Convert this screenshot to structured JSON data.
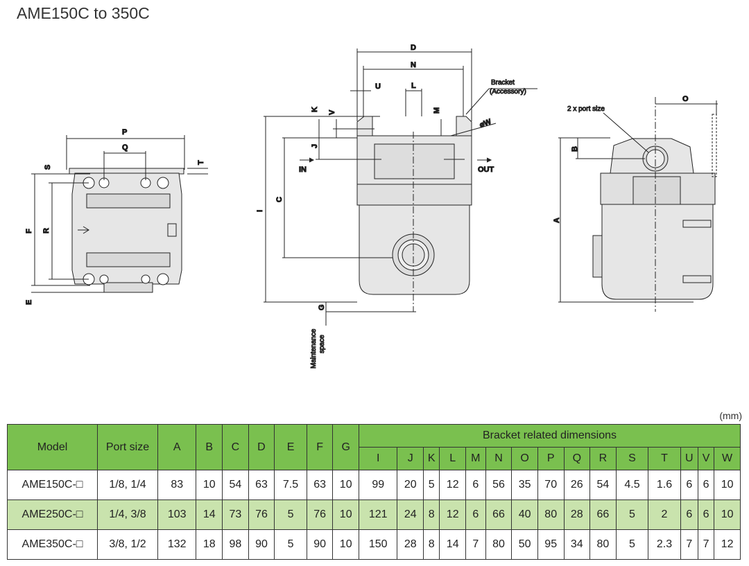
{
  "title": "AME150C to 350C",
  "diagram": {
    "left_view_labels": {
      "P": "P",
      "Q": "Q",
      "S": "S",
      "T": "T",
      "F": "F",
      "R": "R",
      "E": "E"
    },
    "front_view_labels": {
      "D": "D",
      "N": "N",
      "U": "U",
      "L": "L",
      "K": "K",
      "V": "V",
      "M": "M",
      "W": "⌀W",
      "J": "J",
      "C": "C",
      "I": "I",
      "G": "G",
      "in": "IN",
      "out": "OUT",
      "bracket_line1": "Bracket",
      "bracket_line2": "(Accessory)",
      "maint_line1": "Maintenance",
      "maint_line2": "space"
    },
    "side_view_labels": {
      "O": "O",
      "B": "B",
      "A": "A",
      "port_size": "2 x port size"
    }
  },
  "table": {
    "unit": "(mm)",
    "headers": {
      "model": "Model",
      "port_size": "Port size",
      "group": "Bracket related dimensions"
    },
    "dim_columns": [
      "A",
      "B",
      "C",
      "D",
      "E",
      "F",
      "G"
    ],
    "bracket_columns": [
      "I",
      "J",
      "K",
      "L",
      "M",
      "N",
      "O",
      "P",
      "Q",
      "R",
      "S",
      "T",
      "U",
      "V",
      "W"
    ],
    "rows": [
      {
        "model": "AME150C-□",
        "port": "1/8, 1/4",
        "values": [
          "83",
          "10",
          "54",
          "63",
          "7.5",
          "63",
          "10",
          "99",
          "20",
          "5",
          "12",
          "6",
          "56",
          "35",
          "70",
          "26",
          "54",
          "4.5",
          "1.6",
          "6",
          "6",
          "10"
        ]
      },
      {
        "model": "AME250C-□",
        "port": "1/4, 3/8",
        "values": [
          "103",
          "14",
          "73",
          "76",
          "5",
          "76",
          "10",
          "121",
          "24",
          "8",
          "12",
          "6",
          "66",
          "40",
          "80",
          "28",
          "66",
          "5",
          "2",
          "6",
          "6",
          "10"
        ]
      },
      {
        "model": "AME350C-□",
        "port": "3/8, 1/2",
        "values": [
          "132",
          "18",
          "98",
          "90",
          "5",
          "90",
          "10",
          "150",
          "28",
          "8",
          "14",
          "7",
          "80",
          "50",
          "95",
          "34",
          "80",
          "5",
          "2.3",
          "7",
          "7",
          "12"
        ]
      }
    ]
  }
}
